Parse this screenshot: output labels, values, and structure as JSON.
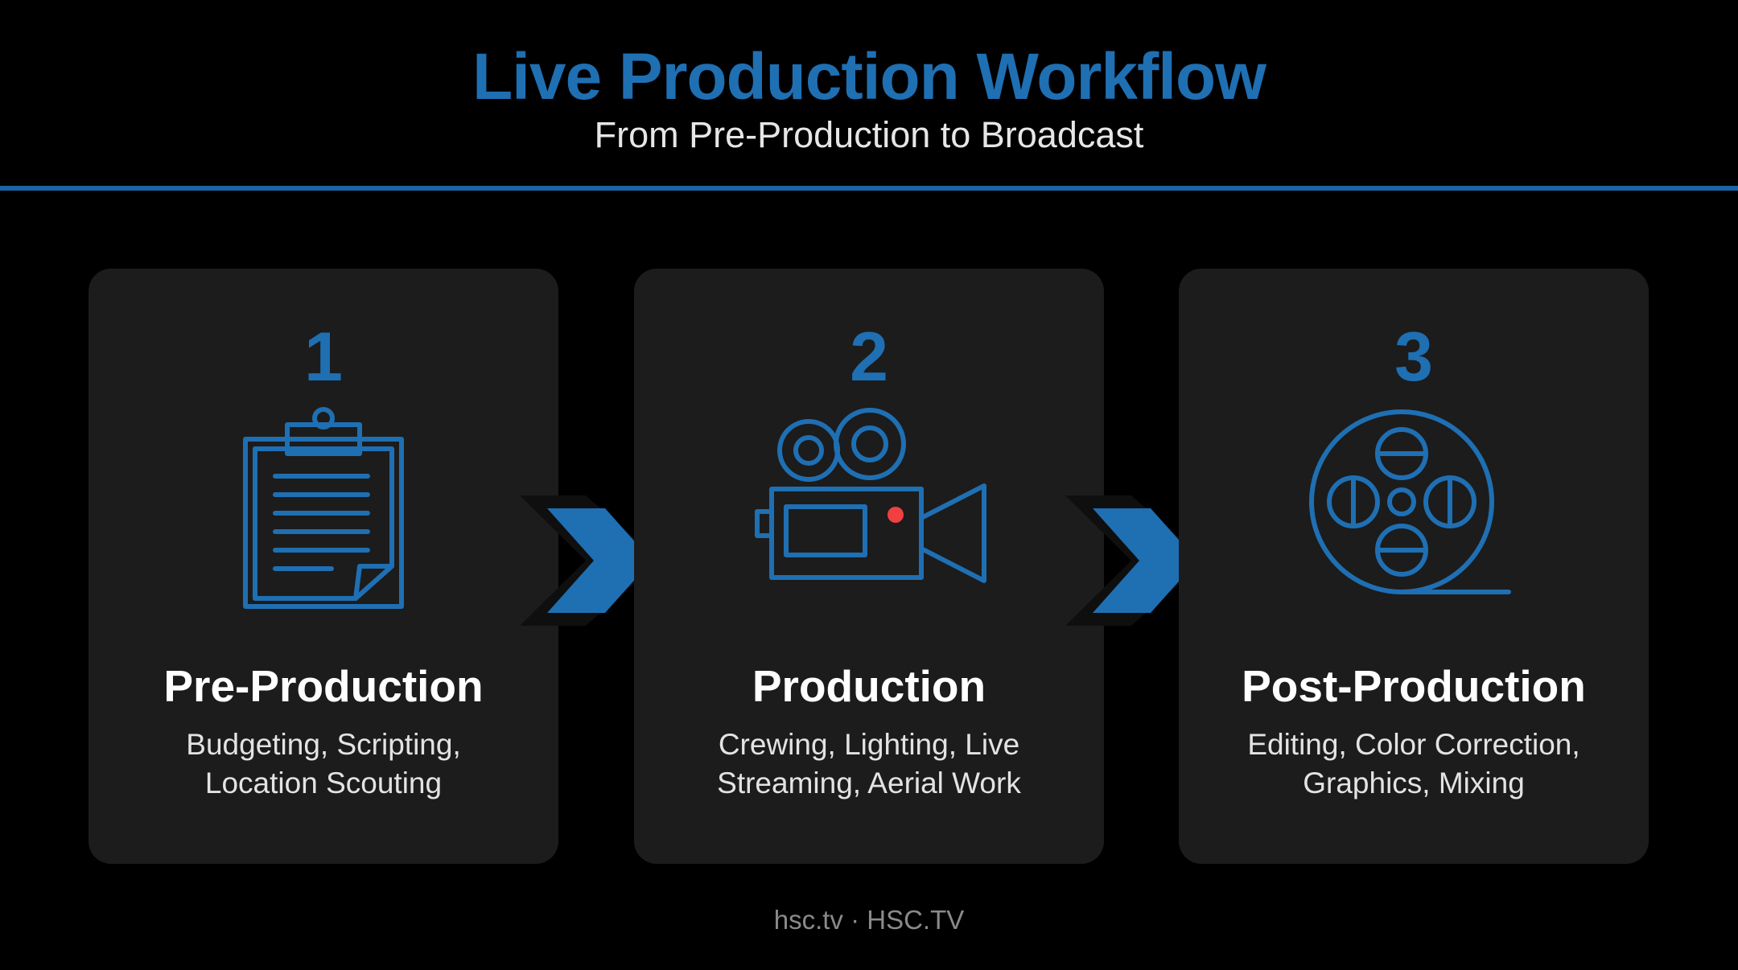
{
  "header": {
    "title": "Live Production Workflow",
    "subtitle": "From Pre-Production to Broadcast"
  },
  "steps": [
    {
      "number": "1",
      "icon": "clipboard-icon",
      "title": "Pre-Production",
      "desc_line1": "Budgeting, Scripting,",
      "desc_line2": "Location Scouting"
    },
    {
      "number": "2",
      "icon": "video-camera-icon",
      "title": "Production",
      "desc_line1": "Crewing, Lighting, Live",
      "desc_line2": "Streaming, Aerial Work"
    },
    {
      "number": "3",
      "icon": "film-reel-icon",
      "title": "Post-Production",
      "desc_line1": "Editing, Color Correction,",
      "desc_line2": "Graphics, Mixing"
    }
  ],
  "footer": {
    "text": "hsc.tv · HSC.TV"
  },
  "colors": {
    "accent": "#1f6fb3",
    "background": "#000000",
    "card": "#1c1c1c",
    "record_dot": "#f04040"
  }
}
